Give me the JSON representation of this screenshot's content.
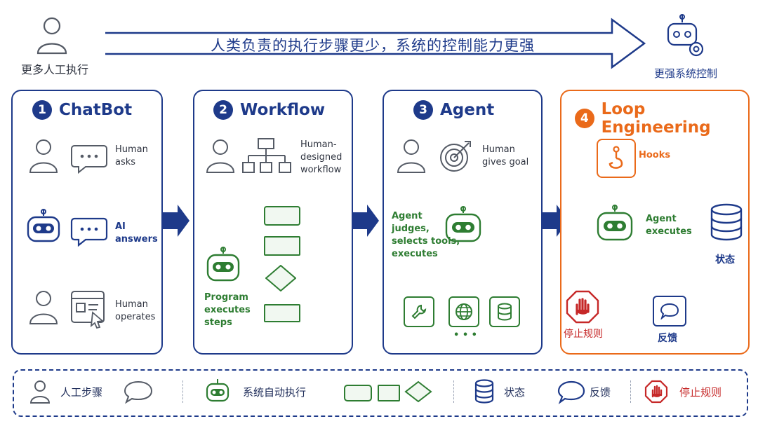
{
  "header": {
    "left_label": "更多人工执行",
    "banner_text": "人类负责的执行步骤更少，系统的控制能力更强",
    "right_label": "更强系统控制"
  },
  "panels": [
    {
      "number": "1",
      "title": "ChatBot",
      "labels": {
        "human_asks": "Human\nasks",
        "ai_answers": "AI\nanswers",
        "human_operates": "Human\noperates"
      }
    },
    {
      "number": "2",
      "title": "Workflow",
      "labels": {
        "human_designed": "Human-\ndesigned\nworkflow",
        "program_executes": "Program\nexecutes\nsteps"
      }
    },
    {
      "number": "3",
      "title": "Agent",
      "labels": {
        "human_gives_goal": "Human\ngives goal",
        "agent_judges": "Agent\njudges,\nselects tools,\nexecutes",
        "ellipsis": "• • •"
      }
    },
    {
      "number": "4",
      "title": "Loop Engineering",
      "labels": {
        "hooks": "Hooks",
        "agent_executes": "Agent\nexecutes",
        "state": "状态",
        "stop_rule": "停止规则",
        "feedback": "反馈"
      }
    }
  ],
  "legend": {
    "human_steps": "人工步骤",
    "system_auto": "系统自动执行",
    "state": "状态",
    "feedback": "反馈",
    "stop_rule": "停止规则"
  },
  "colors": {
    "navy": "#1e3a8a",
    "green": "#2e7d32",
    "orange": "#ea6a1a",
    "red": "#c62828",
    "gray": "#555b66"
  }
}
